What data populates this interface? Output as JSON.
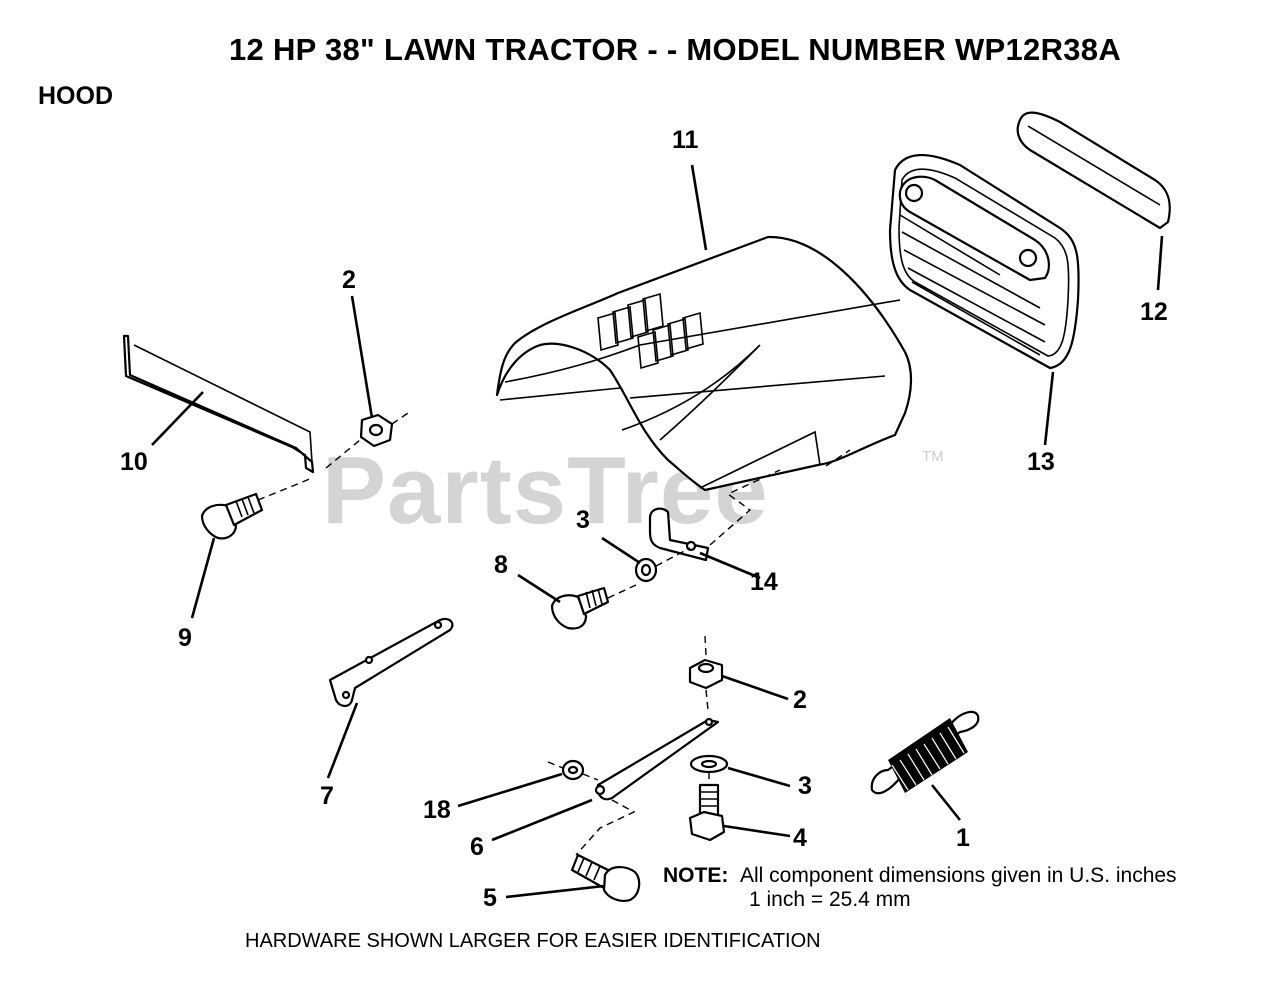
{
  "title": "12 HP 38\" LAWN TRACTOR - - MODEL NUMBER WP12R38A",
  "section": "HOOD",
  "watermark": "PartsTree",
  "trademark": "TM",
  "callouts": {
    "c1": "1",
    "c2a": "2",
    "c2b": "2",
    "c3a": "3",
    "c3b": "3",
    "c4": "4",
    "c5": "5",
    "c6": "6",
    "c7": "7",
    "c8": "8",
    "c9": "9",
    "c10": "10",
    "c11": "11",
    "c12": "12",
    "c13": "13",
    "c14": "14",
    "c18": "18"
  },
  "note": {
    "label": "NOTE:",
    "line1": "All component dimensions given in U.S. inches",
    "line2": "1 inch = 25.4 mm"
  },
  "footer": "HARDWARE SHOWN LARGER FOR EASIER IDENTIFICATION"
}
